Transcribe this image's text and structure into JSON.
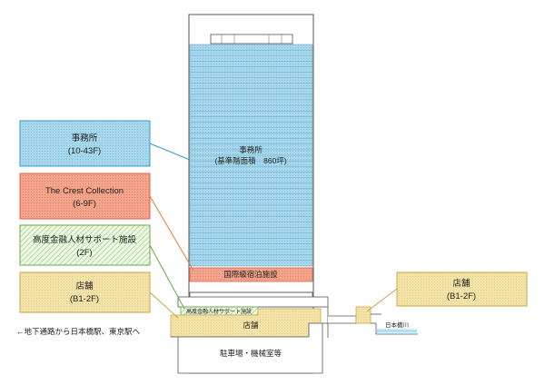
{
  "legend": {
    "office": {
      "name": "事務所",
      "floors": "(10-43F)",
      "color": "#a8d8ec"
    },
    "hotel": {
      "name": "The Crest Collection",
      "floors": "(6-9F)",
      "color": "#f4a58c"
    },
    "finance": {
      "name": "高度金融人材サポート施設",
      "floors": "(2F)",
      "color": "#bfe3a6"
    },
    "shop_left": {
      "name": "店舗",
      "floors": "(B1-2F)",
      "color": "#f4e3a8"
    },
    "shop_right": {
      "name": "店舗",
      "floors": "(B1-2F)",
      "color": "#f4e3a8"
    }
  },
  "building": {
    "office_label": "事務所",
    "office_sub": "(基準階面積　860坪)",
    "hotel_band": "国際級宿泊施設",
    "finance_band": "高度金融人材サポート施設",
    "shop_band": "店舗",
    "parking": "駐車場・機械室等",
    "river": "日本橋川"
  },
  "note": "←地下通路から日本橋駅、東京駅へ",
  "colors": {
    "office_fill": "#a8d8ec",
    "office_line": "#6aa9c4",
    "hotel_fill": "#f4a58c",
    "hotel_border": "#e0604a",
    "finance_fill": "#e6f4dc",
    "finance_border": "#6aa84f",
    "shop_fill": "#f4e3a8",
    "shop_border": "#c9a640",
    "office_border": "#3a9ac4",
    "hotel_leader": "#e07a3a",
    "water": "#8ec8e8"
  }
}
